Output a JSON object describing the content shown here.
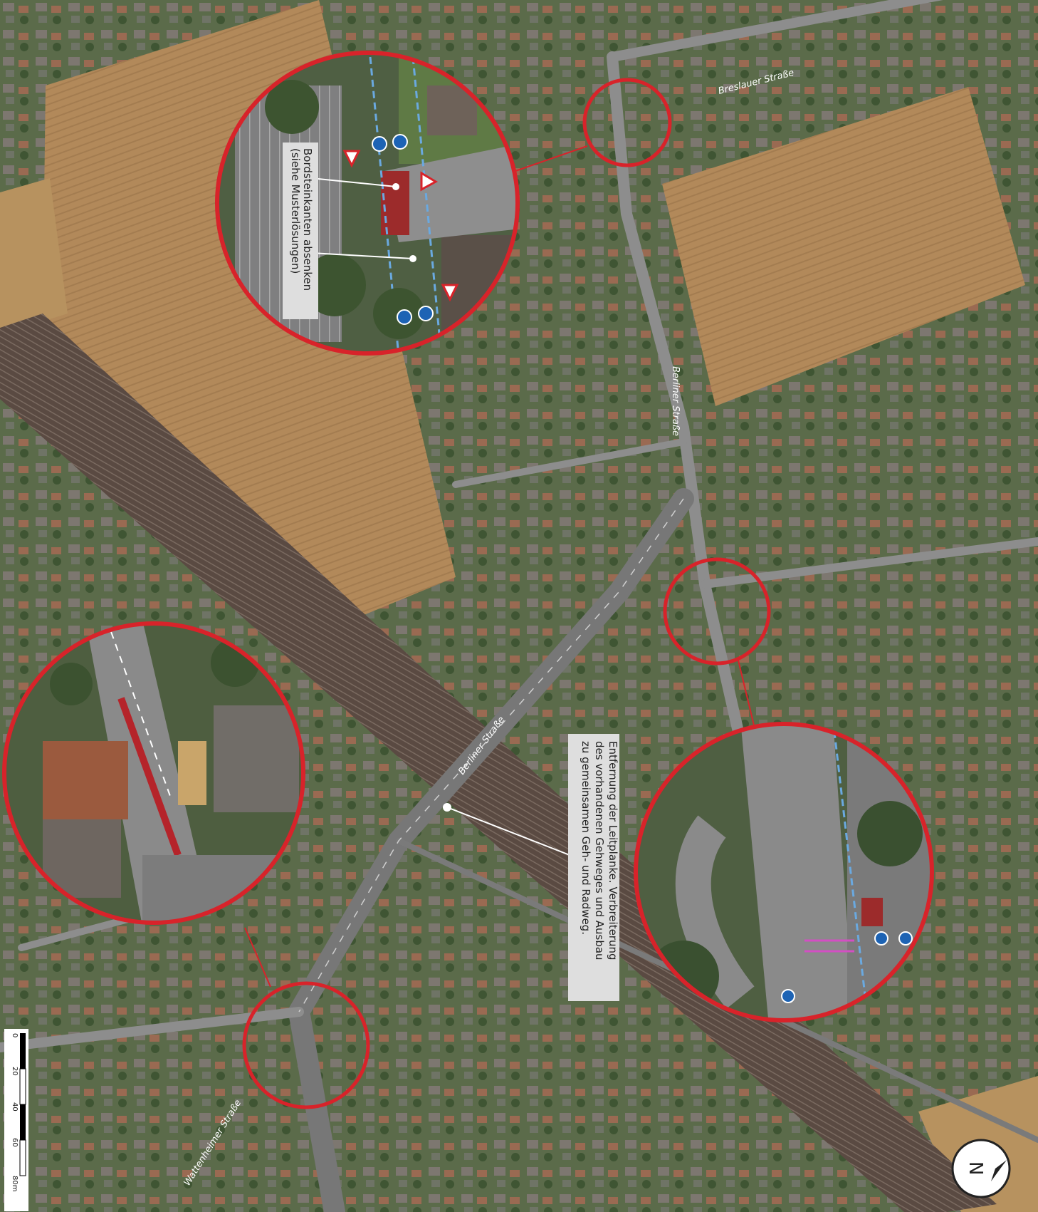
{
  "streets": {
    "breslauer": "Breslauer Straße",
    "berliner_upper": "Berliner Straße",
    "berliner_bridge": "Berliner Straße",
    "wattenheimer": "Wattenheimer Straße"
  },
  "callouts": {
    "curb": {
      "line1": "Bordsteinkanten absenken",
      "line2": "(siehe Musterlösungen)"
    },
    "guardrail": {
      "line1": "Entfernung der Leitplanke. Verbreiterung",
      "line2": "des vorhandenen Gehweges und Ausbau",
      "line3": "zu gemeinsamen Geh- und Radweg."
    }
  },
  "scalebar": {
    "ticks": [
      "0",
      "20",
      "40",
      "60",
      "80m"
    ]
  },
  "north_arrow": {
    "letter": "N"
  },
  "colors": {
    "field": "#b08a5e",
    "railway": "#5a4a42",
    "road": "#8d8d8d",
    "urban": "#5f6a4e",
    "highlight_circle": "#d8232a",
    "cycle_lane": "#9c2b2b"
  }
}
